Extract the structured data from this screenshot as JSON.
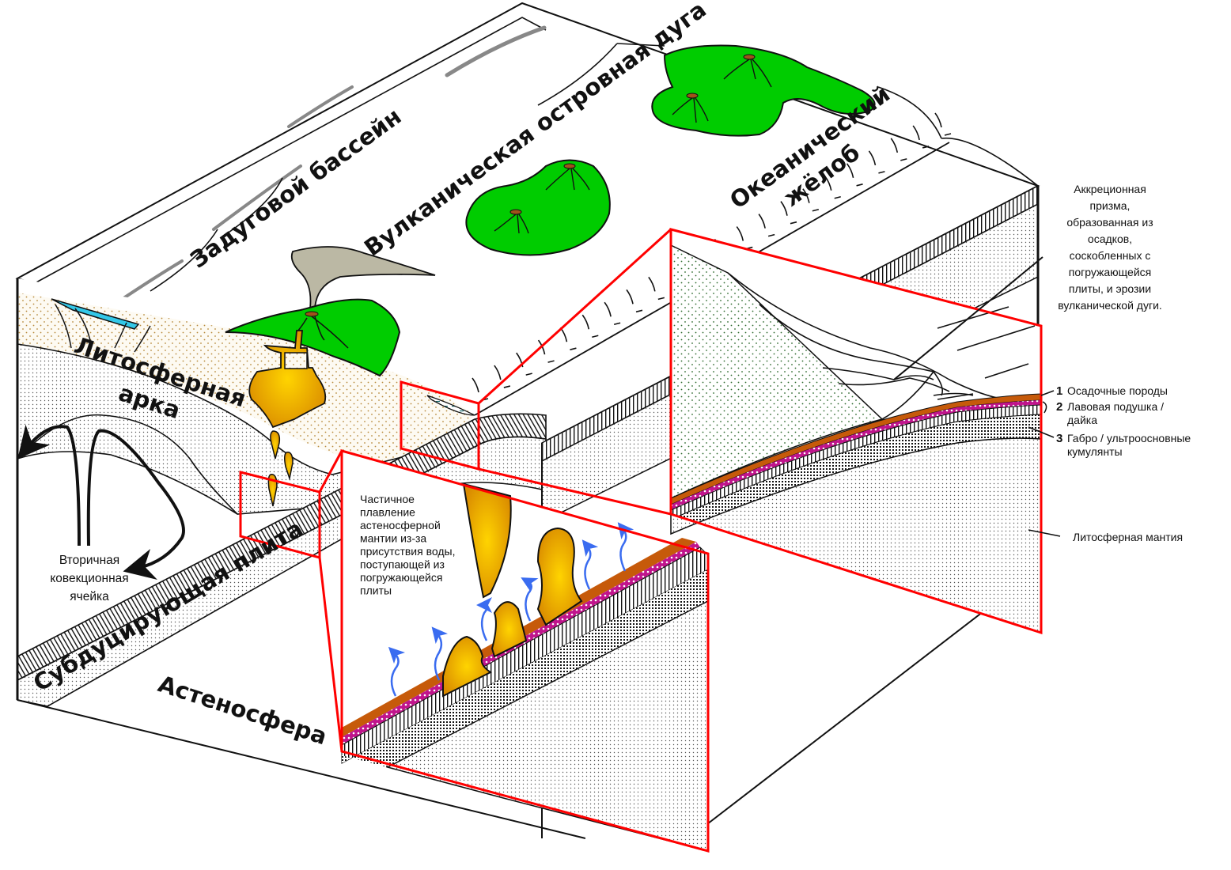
{
  "diagram": {
    "title_labels": {
      "back_arc_basin": "Задуговой бассейн",
      "volcanic_island_arc": "Вулканическая островная дуга",
      "oceanic_trench_line1": "Океанический",
      "oceanic_trench_line2": "жёлоб",
      "lithospheric_arc_line1": "Литосферная",
      "lithospheric_arc_line2": "арка",
      "subducting_plate": "Субдуцирующая плита",
      "asthenosphere": "Астеносфера"
    },
    "convection_cell": {
      "lines": [
        "Вторичная",
        "ковекционная",
        "ячейка"
      ]
    },
    "partial_melting_note": {
      "lines": [
        "Частичное",
        "плавление",
        "астеносферной",
        "мантии из-за",
        "присутствия воды,",
        "поступающей из",
        "погружающейся",
        "плиты"
      ]
    },
    "accretionary_prism_note": {
      "lines": [
        "Аккреционная",
        "призма,",
        "образованная из",
        "осадков,",
        "соскобленных с",
        "погружающейся",
        "плиты, и эрозии",
        "вулканической дуги."
      ]
    },
    "oceanic_crust_layers": [
      {
        "number": "1",
        "lines": [
          "Осадочные породы"
        ]
      },
      {
        "number": "2",
        "lines": [
          "Лавовая подушка /",
          "дайка"
        ]
      },
      {
        "number": "3",
        "lines": [
          "Габро / ультроосновные",
          "кумулянты"
        ]
      }
    ],
    "lithospheric_mantle_label": "Литосферная мантия",
    "colors": {
      "island_green": "#00cc00",
      "magma_orange": "#e8a000",
      "magma_yellow": "#ffd400",
      "ash_gray": "#bbb8a4",
      "zoom_frame_red": "#ff0000",
      "water_arrow_blue": "#3a6cf0",
      "sediment_brown": "#c65a0a",
      "pillow_magenta": "#c0148c",
      "basin_water": "#33c8e8"
    }
  }
}
